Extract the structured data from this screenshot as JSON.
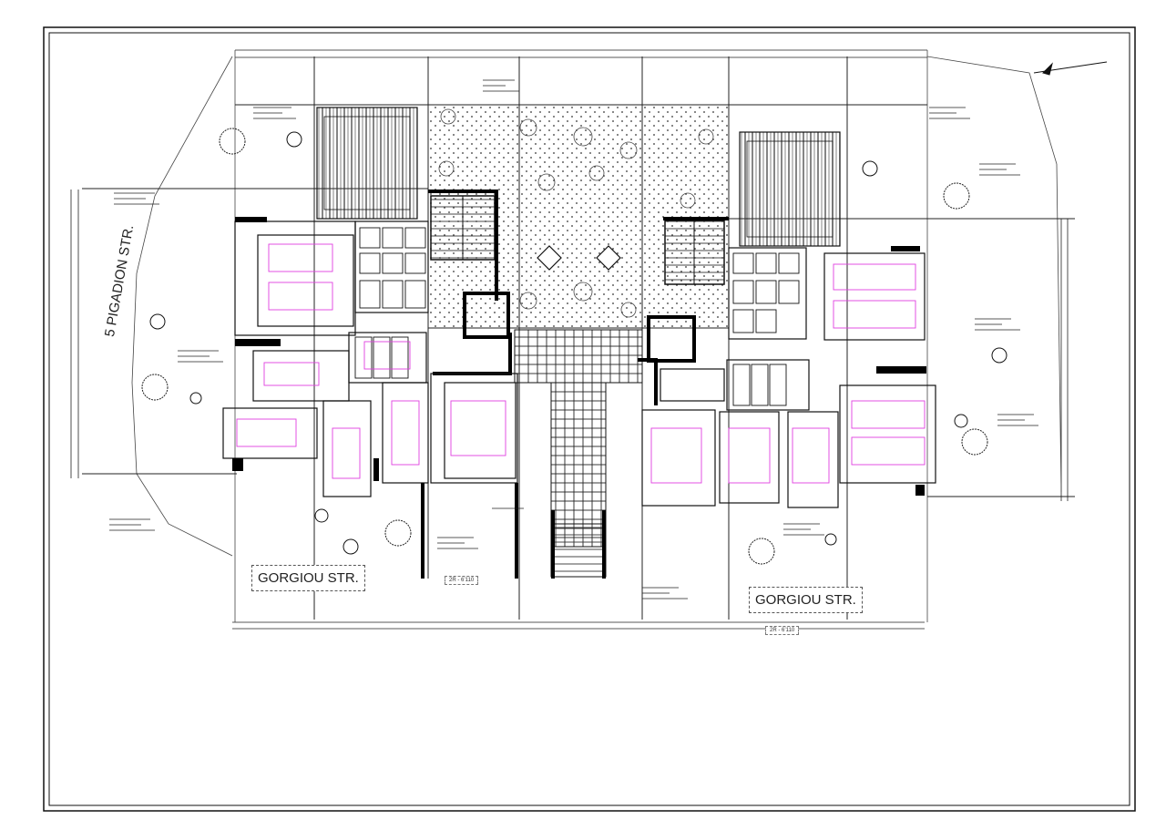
{
  "drawing": {
    "streets": {
      "bottom_left": "GORGIOU STR.",
      "bottom_right": "GORGIOU STR.",
      "left_side": "5 PIGADION STR."
    },
    "section_tags": {
      "tag_center": "2R - 6’110",
      "tag_right": "2R - 6’110"
    },
    "colors": {
      "line": "#1a1a1a",
      "grid": "#333333",
      "furniture": "#e040e0",
      "hatch": "#555555",
      "paper": "#ffffff"
    }
  }
}
